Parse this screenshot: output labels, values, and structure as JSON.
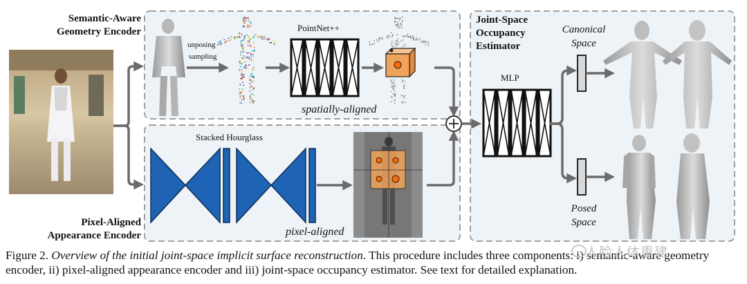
{
  "encoders": {
    "semantic_title_line1": "Semantic-Aware",
    "semantic_title_line2": "Geometry Encoder",
    "pixel_title_line1": "Pixel-Aligned",
    "pixel_title_line2": "Appearance Encoder"
  },
  "labels": {
    "unposing": "unposing",
    "sampling": "sampling",
    "pointnet": "PointNet++",
    "spatially_aligned": "spatially-aligned",
    "stacked_hourglass": "Stacked Hourglass",
    "pixel_aligned": "pixel-aligned",
    "mlp": "MLP"
  },
  "estimator": {
    "title_line1": "Joint-Space",
    "title_line2": "Occupancy",
    "title_line3": "Estimator",
    "canonical_line1": "Canonical",
    "canonical_line2": "Space",
    "posed_line1": "Posed",
    "posed_line2": "Space"
  },
  "caption": {
    "prefix": "Figure 2. ",
    "italic": "Overview of the initial joint-space implicit surface reconstruction",
    "body": ". This procedure includes three components: i) semantic-aware geometry encoder, ii) pixel-aligned appearance encoder and iii) joint-space occupancy estimator. See text for detailed explanation."
  },
  "watermark": "人脸人体重建",
  "colors": {
    "panel_fill": "#eef3f8",
    "panel_border": "#a0a0a0",
    "hourglass_blue": "#1f64b4",
    "feature_orange": "#f0a35a",
    "arrow_gray": "#6b6b6b",
    "net_gray": "#d8d8d8"
  }
}
